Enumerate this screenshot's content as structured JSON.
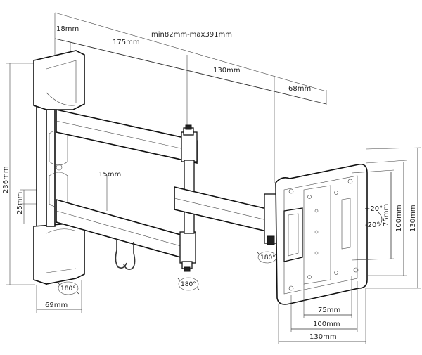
{
  "dimensions": {
    "d_18": "18mm",
    "d_175": "175mm",
    "d_total": "min82mm-max391mm",
    "d_130_arm": "130mm",
    "d_68": "68mm",
    "d_236": "236mm",
    "d_25": "25mm",
    "d_15": "15mm",
    "d_69": "69mm",
    "d_75_h": "75mm",
    "d_100_h": "100mm",
    "d_130_h": "130mm",
    "d_75_v": "75mm",
    "d_100_v": "100mm",
    "d_130_v": "130mm"
  },
  "rotations": {
    "wall": "180°",
    "joint": "180°",
    "head": "180°"
  },
  "tilt": {
    "up": "+20°",
    "down": "-20°"
  }
}
